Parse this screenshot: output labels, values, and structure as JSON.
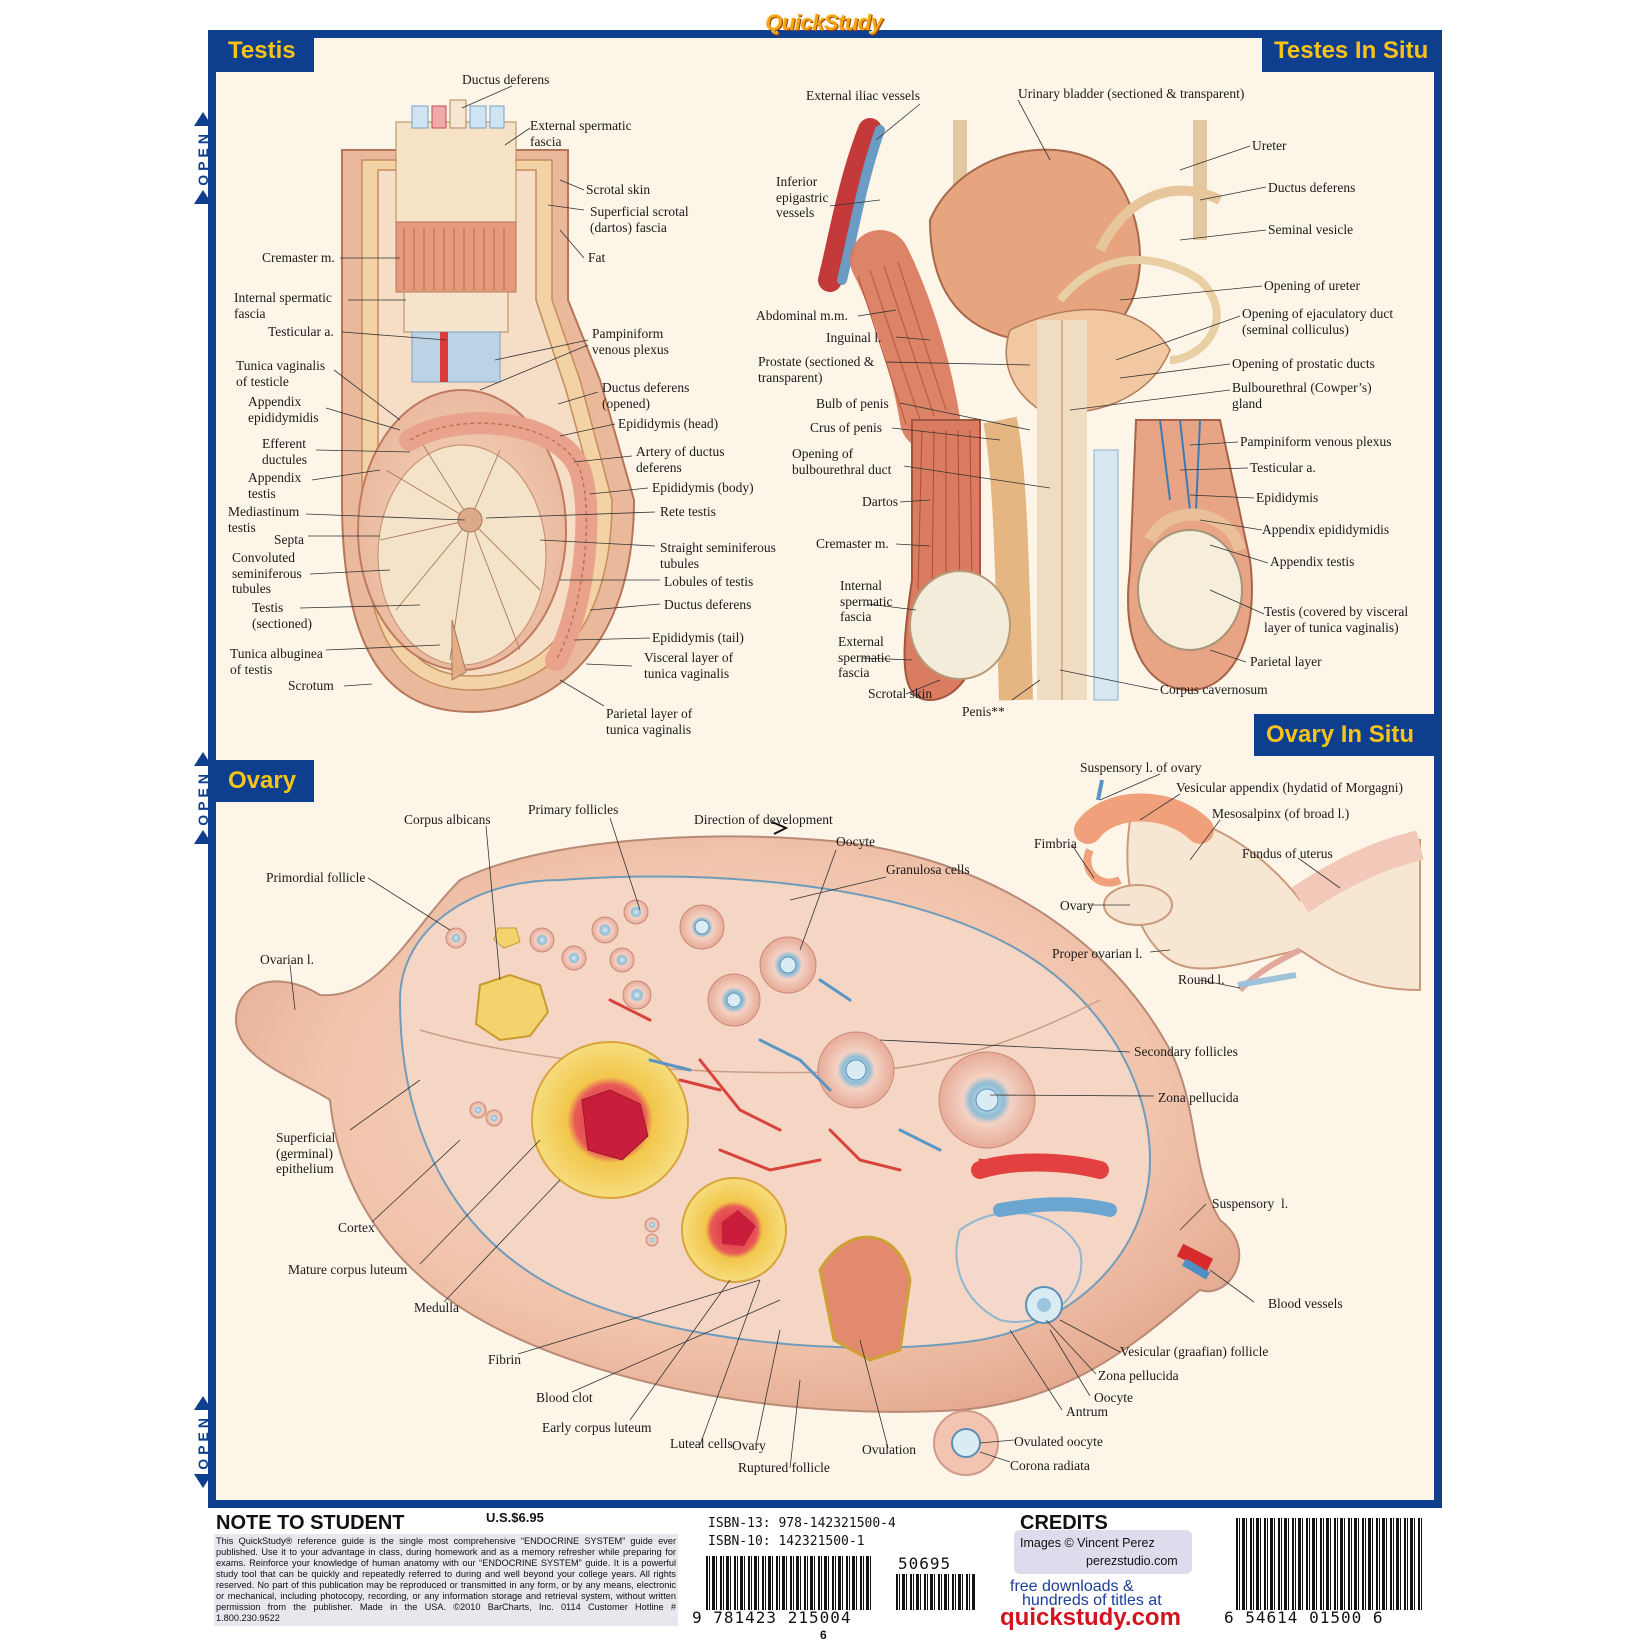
{
  "brand": "QuickStudy",
  "open_label": "OPEN",
  "sections": {
    "testis": "Testis",
    "testes_in_situ": "Testes In Situ",
    "ovary": "Ovary",
    "ovary_in_situ": "Ovary In Situ"
  },
  "testis_labels": [
    {
      "id": "ductus-deferens",
      "text": "Ductus deferens"
    },
    {
      "id": "external-spermatic-fascia",
      "text": "External spermatic\nfascia"
    },
    {
      "id": "scrotal-skin",
      "text": "Scrotal skin"
    },
    {
      "id": "superficial-scrotal-fascia",
      "text": "Superficial scrotal\n(dartos) fascia"
    },
    {
      "id": "fat",
      "text": "Fat"
    },
    {
      "id": "cremaster-m",
      "text": "Cremaster m."
    },
    {
      "id": "internal-spermatic-fascia",
      "text": "Internal spermatic\nfascia"
    },
    {
      "id": "testicular-a",
      "text": "Testicular a."
    },
    {
      "id": "pampiniform-venous-plexus",
      "text": "Pampiniform\nvenous plexus"
    },
    {
      "id": "tunica-vaginalis-of-testicle",
      "text": "Tunica vaginalis\nof testicle"
    },
    {
      "id": "ductus-deferens-opened",
      "text": "Ductus deferens\n(opened)"
    },
    {
      "id": "appendix-epididymidis",
      "text": "Appendix\nepididymidis"
    },
    {
      "id": "epididymis-head",
      "text": "Epididymis (head)"
    },
    {
      "id": "efferent-ductules",
      "text": "Efferent\nductules"
    },
    {
      "id": "artery-of-ductus-deferens",
      "text": "Artery of ductus\ndeferens"
    },
    {
      "id": "appendix-testis",
      "text": "Appendix\ntestis"
    },
    {
      "id": "epididymis-body",
      "text": "Epididymis (body)"
    },
    {
      "id": "mediastinum-testis",
      "text": "Mediastinum\ntestis"
    },
    {
      "id": "rete-testis",
      "text": "Rete testis"
    },
    {
      "id": "septa",
      "text": "Septa"
    },
    {
      "id": "straight-seminiferous-tubules",
      "text": "Straight seminiferous\ntubules"
    },
    {
      "id": "convoluted-seminiferous-tubules",
      "text": "Convoluted\nseminiferous\ntubules"
    },
    {
      "id": "lobules-of-testis",
      "text": "Lobules of testis"
    },
    {
      "id": "testis-sectioned",
      "text": "Testis\n(sectioned)"
    },
    {
      "id": "ductus-deferens-2",
      "text": "Ductus deferens"
    },
    {
      "id": "epididymis-tail",
      "text": "Epididymis (tail)"
    },
    {
      "id": "tunica-albuginea",
      "text": "Tunica albuginea\nof testis"
    },
    {
      "id": "visceral-layer",
      "text": "Visceral layer of\ntunica vaginalis"
    },
    {
      "id": "scrotum",
      "text": "Scrotum"
    },
    {
      "id": "parietal-layer",
      "text": "Parietal layer of\ntunica vaginalis"
    }
  ],
  "testes_in_situ_labels": [
    {
      "id": "external-iliac-vessels",
      "text": "External iliac vessels"
    },
    {
      "id": "urinary-bladder",
      "text": "Urinary bladder (sectioned & transparent)"
    },
    {
      "id": "ureter",
      "text": "Ureter"
    },
    {
      "id": "inferior-epigastric-vessels",
      "text": "Inferior\nepigastric\nvessels"
    },
    {
      "id": "ductus-deferens-situ",
      "text": "Ductus deferens"
    },
    {
      "id": "seminal-vesicle",
      "text": "Seminal vesicle"
    },
    {
      "id": "opening-of-ureter",
      "text": "Opening of ureter"
    },
    {
      "id": "abdominal-mm",
      "text": "Abdominal m.m."
    },
    {
      "id": "opening-of-ejaculatory-duct",
      "text": "Opening of ejaculatory duct\n(seminal colliculus)"
    },
    {
      "id": "inguinal-l",
      "text": "Inguinal l."
    },
    {
      "id": "prostate",
      "text": "Prostate (sectioned &\ntransparent)"
    },
    {
      "id": "opening-of-prostatic-ducts",
      "text": "Opening of prostatic ducts"
    },
    {
      "id": "bulbourethral-gland",
      "text": "Bulbourethral (Cowper’s)\ngland"
    },
    {
      "id": "bulb-of-penis",
      "text": "Bulb of penis"
    },
    {
      "id": "crus-of-penis",
      "text": "Crus of penis"
    },
    {
      "id": "pampiniform-situ",
      "text": "Pampiniform venous plexus"
    },
    {
      "id": "opening-of-bulbourethral-duct",
      "text": "Opening of\nbulbourethral duct"
    },
    {
      "id": "testicular-a-situ",
      "text": "Testicular a."
    },
    {
      "id": "epididymis-situ",
      "text": "Epididymis"
    },
    {
      "id": "dartos",
      "text": "Dartos"
    },
    {
      "id": "appendix-epididymidis-situ",
      "text": "Appendix epididymidis"
    },
    {
      "id": "cremaster-m-situ",
      "text": "Cremaster m."
    },
    {
      "id": "appendix-testis-situ",
      "text": "Appendix testis"
    },
    {
      "id": "internal-spermatic-fascia-situ",
      "text": "Internal\nspermatic\nfascia"
    },
    {
      "id": "testis-covered",
      "text": "Testis (covered by visceral\nlayer of tunica vaginalis)"
    },
    {
      "id": "external-spermatic-fascia-situ",
      "text": "External\nspermatic\nfascia"
    },
    {
      "id": "parietal-layer-situ",
      "text": "Parietal layer"
    },
    {
      "id": "scrotal-skin-situ",
      "text": "Scrotal skin"
    },
    {
      "id": "corpus-cavernosum",
      "text": "Corpus cavernosum"
    },
    {
      "id": "penis",
      "text": "Penis**"
    }
  ],
  "ovary_labels": [
    {
      "id": "corpus-albicans",
      "text": "Corpus albicans"
    },
    {
      "id": "primary-follicles",
      "text": "Primary follicles"
    },
    {
      "id": "direction-of-development",
      "text": "Direction of development"
    },
    {
      "id": "oocyte",
      "text": "Oocyte"
    },
    {
      "id": "granulosa-cells",
      "text": "Granulosa cells"
    },
    {
      "id": "primordial-follicle",
      "text": "Primordial follicle"
    },
    {
      "id": "ovarian-l",
      "text": "Ovarian l."
    },
    {
      "id": "secondary-follicles",
      "text": "Secondary follicles"
    },
    {
      "id": "zona-pellucida",
      "text": "Zona pellucida"
    },
    {
      "id": "superficial-epithelium",
      "text": "Superficial\n(germinal)\nepithelium"
    },
    {
      "id": "suspensory-l",
      "text": "Suspensory  l."
    },
    {
      "id": "cortex",
      "text": "Cortex"
    },
    {
      "id": "mature-corpus-luteum",
      "text": "Mature corpus luteum"
    },
    {
      "id": "blood-vessels",
      "text": "Blood vessels"
    },
    {
      "id": "medulla",
      "text": "Medulla"
    },
    {
      "id": "vesicular-follicle",
      "text": "Vesicular (graafian) follicle"
    },
    {
      "id": "fibrin",
      "text": "Fibrin"
    },
    {
      "id": "zona-pellucida-2",
      "text": "Zona pellucida"
    },
    {
      "id": "oocyte-2",
      "text": "Oocyte"
    },
    {
      "id": "blood-clot",
      "text": "Blood clot"
    },
    {
      "id": "antrum",
      "text": "Antrum"
    },
    {
      "id": "early-corpus-luteum",
      "text": "Early corpus luteum"
    },
    {
      "id": "ovulated-oocyte",
      "text": "Ovulated oocyte"
    },
    {
      "id": "luteal-cells",
      "text": "Luteal cells"
    },
    {
      "id": "ovary-small",
      "text": "Ovary"
    },
    {
      "id": "ovulation",
      "text": "Ovulation"
    },
    {
      "id": "corona-radiata",
      "text": "Corona radiata"
    },
    {
      "id": "ruptured-follicle",
      "text": "Ruptured follicle"
    }
  ],
  "ovary_in_situ_labels": [
    {
      "id": "suspensory-l-of-ovary",
      "text": "Suspensory l. of ovary"
    },
    {
      "id": "vesicular-appendix",
      "text": "Vesicular appendix (hydatid of Morgagni)"
    },
    {
      "id": "mesosalpinx",
      "text": "Mesosalpinx (of broad l.)"
    },
    {
      "id": "fimbria",
      "text": "Fimbria"
    },
    {
      "id": "fundus-of-uterus",
      "text": "Fundus of uterus"
    },
    {
      "id": "ovary-situ",
      "text": "Ovary"
    },
    {
      "id": "proper-ovarian-l",
      "text": "Proper ovarian l."
    },
    {
      "id": "round-l",
      "text": "Round l."
    }
  ],
  "footer": {
    "note_title": "NOTE TO STUDENT",
    "price": "U.S.$6.95",
    "note_body": "This QuickStudy® reference guide is the single most comprehensive “ENDOCRINE SYSTEM” guide ever published. Use it to your advantage in class, during homework and as a memory refresher while preparing for exams. Reinforce your knowledge of human anatomy with our “ENDOCRINE SYSTEM” guide. It is a powerful study tool that can be quickly and repeatedly referred to during and well beyond your college years. All rights reserved. No part of this publication may be reproduced or transmitted in any form, or by any means, electronic or mechanical, including photocopy, recording, or any information storage and retrieval system, without written permission from the publisher. Made in the USA. ©2010 BarCharts, Inc. 0114 Customer Hotline # 1.800.230.9522",
    "isbn13": "ISBN-13: 978-142321500-4",
    "isbn10": "ISBN-10: 142321500-1",
    "barcode1_number": "9 781423 215004",
    "barcode1_addon": "50695",
    "credits_title": "CREDITS",
    "credits_line1": "Images © Vincent Perez",
    "credits_line2": "perezstudio.com",
    "free_line1": "free downloads &",
    "free_line2": "hundreds of titles at",
    "site": "quickstudy.com",
    "barcode2_number": "6 54614 01500 6",
    "page_number": "6"
  },
  "colors": {
    "frame_blue": "#0e3f8f",
    "tab_text": "#f6c21b",
    "background": "#fdf6e8",
    "site_red": "#d2141f"
  }
}
